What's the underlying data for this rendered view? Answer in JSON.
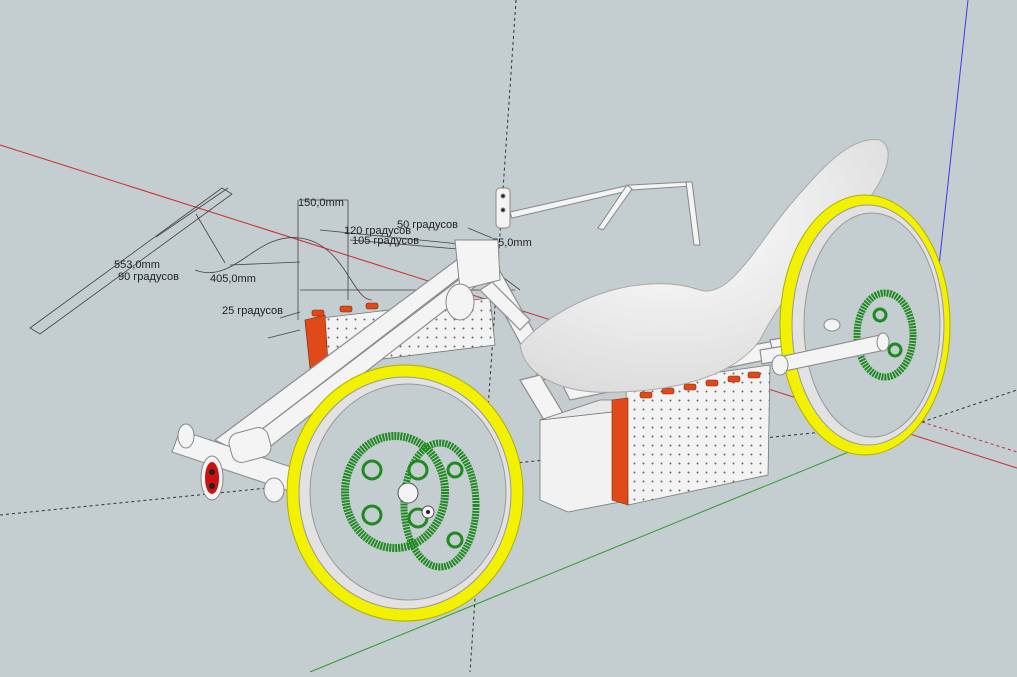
{
  "viewport": {
    "background": "#c4cdd0",
    "axis_colors": {
      "red": "#cc2b2b",
      "green": "#2e9a2e",
      "blue": "#3a3af0"
    }
  },
  "dimensions": {
    "d553": "553,0mm",
    "d90": "90 градусов",
    "d405": "405,0mm",
    "d25": "25 градусов",
    "d150": "150,0mm",
    "d120": "120 градусов",
    "d105": "105 градусов",
    "d50": "50 градусов",
    "d75": "75,0mm"
  },
  "colors": {
    "tire": "#f2f200",
    "rim": "#e2e2e2",
    "sprocket": "#1f8a1f",
    "frame": "#f4f4f4",
    "seat": "#f7f7f7",
    "battery_cell": "#e04a1a",
    "light": "#cc1111"
  }
}
